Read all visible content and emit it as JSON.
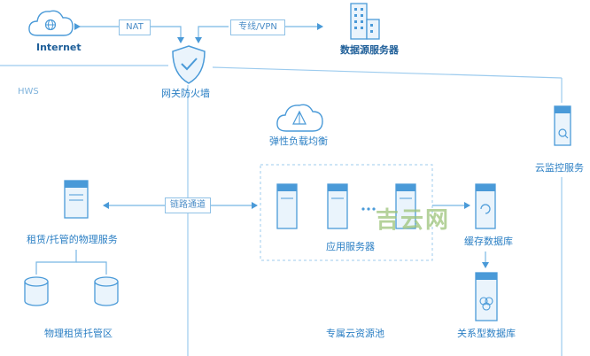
{
  "colors": {
    "line": "#78b6e4",
    "icon": "#4a9ad8",
    "text": "#2b7fc4",
    "watermark": "#9dc47a"
  },
  "nodes": {
    "internet": "Internet",
    "nat": "NAT",
    "vpn": "专线/VPN",
    "datasource_servers": "数据源服务器",
    "hws": "HWS",
    "firewall": "网关防火墙",
    "load_balancer": "弹性负载均衡",
    "cloud_monitor": "云监控服务",
    "link_channel": "链路通道",
    "physical_service": "租赁/托管的物理服务",
    "app_servers": "应用服务器",
    "cache_db": "缓存数据库",
    "relational_db": "关系型数据库",
    "physical_zone": "物理租赁托管区",
    "dedicated_pool": "专属云资源池",
    "watermark": "吉云网"
  }
}
